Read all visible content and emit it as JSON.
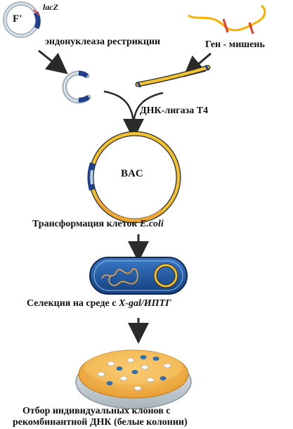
{
  "labels": {
    "f_plasmid": "F'",
    "lacz": "lacZ",
    "restriction": "эндонуклеаза рестрикции",
    "target_gene": "Ген - мишень",
    "ligase": "ДНК-лигаза Т4",
    "bac": "BAC",
    "transformation": "Трансформация клеток",
    "ecoli": "E.coli",
    "selection": "Селекция на среде с",
    "xgal": "X-gal/ИПТГ",
    "final_line1": "Отбор индивидуальных  клонов с",
    "final_line2": "рекомбинантной ДНК (белые колонии)"
  },
  "colors": {
    "plasmid_ring": "#c7d3dc",
    "plasmid_marker": "#1f3f8a",
    "insert_gene": "#f2c12e",
    "target_gene_strand": "#f7b000",
    "cut_site": "#e8382f",
    "cell_body": "#1d57a8",
    "petri_agar": "#f3b34a",
    "colony_white": "#ffffff",
    "colony_blue": "#2f6fb0"
  }
}
